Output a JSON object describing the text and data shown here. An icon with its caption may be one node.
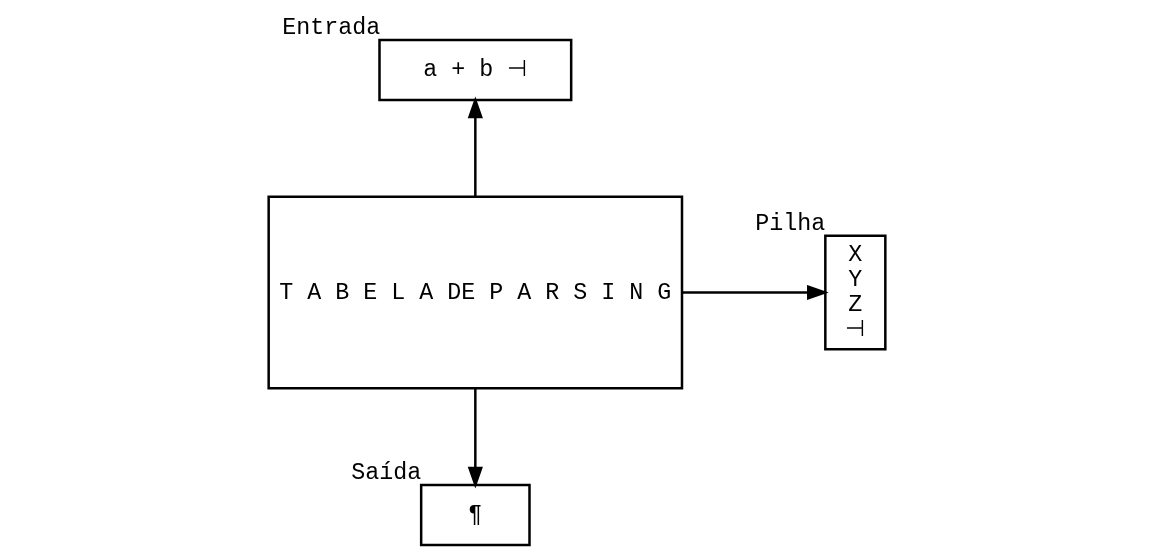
{
  "diagram": {
    "nodes": [
      {
        "text": [
          "a + b ⊣"
        ],
        "beside": [
          "Entrada"
        ]
      },
      {
        "text": [
          "T A B E L A DE P A R S I N G"
        ]
      },
      {
        "text": [
          "X Y Z ⊣"
        ],
        "beside": [
          "Pilha"
        ]
      },
      {
        "text": [
          "¶"
        ],
        "beside": [
          "Saída"
        ]
      }
    ],
    "edges": [
      {
        "from": 1,
        "to": 0,
        "arrow": "to"
      },
      {
        "from": 1,
        "to": 2,
        "arrow": "to"
      },
      {
        "from": 1,
        "to": 3,
        "arrow": "to"
      }
    ]
  }
}
